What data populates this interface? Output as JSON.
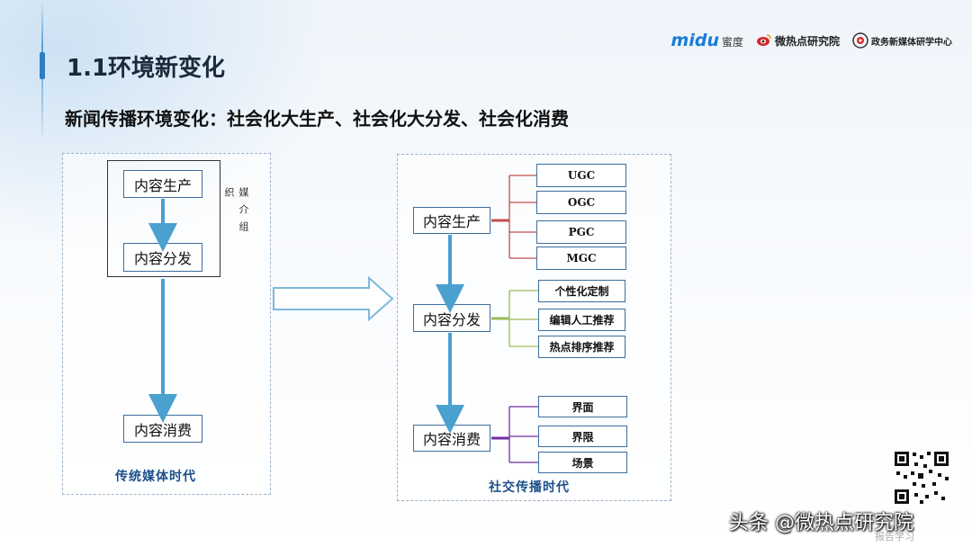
{
  "title": "1.1环境新变化",
  "subtitle": "新闻传播环境变化：社会化大生产、社会化大分发、社会化消费",
  "logos": {
    "midu_word": "midu",
    "midu_cn": "蜜度",
    "weiredian": "微热点研究院",
    "gov": "政务新媒体研学中心"
  },
  "colors": {
    "accent": "#2d7fc1",
    "arrow": "#4aa0cf",
    "production": "#c0504d",
    "distribution": "#9bbb59",
    "consumption": "#7030a0"
  },
  "left": {
    "production": "内容生产",
    "distribution": "内容分发",
    "consumption": "内容消费",
    "org_label": "媒介组织",
    "era": "传统媒体时代"
  },
  "right": {
    "production": "内容生产",
    "distribution": "内容分发",
    "consumption": "内容消费",
    "era": "社交传播时代",
    "production_items": [
      "UGC",
      "OGC",
      "PGC",
      "MGC"
    ],
    "distribution_items": [
      "个性化定制",
      "编辑人工推荐",
      "热点排序推荐"
    ],
    "consumption_items": [
      "界面",
      "界限",
      "场景"
    ]
  },
  "watermark": "头条 @微热点研究院",
  "watermark_sub": "报告学习"
}
